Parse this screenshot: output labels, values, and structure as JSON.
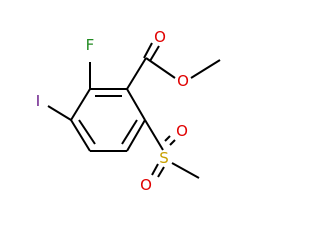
{
  "atoms": {
    "F": {
      "label": "F",
      "color": "#228B22"
    },
    "I": {
      "label": "I",
      "color": "#6B1E8A"
    },
    "O_carbonyl": {
      "label": "O",
      "color": "#E00000"
    },
    "O_ester": {
      "label": "O",
      "color": "#E00000"
    },
    "S": {
      "label": "S",
      "color": "#C8A000"
    },
    "O_sulfonyl_up": {
      "label": "O",
      "color": "#E00000"
    },
    "O_sulfonyl_down": {
      "label": "O",
      "color": "#E00000"
    }
  }
}
